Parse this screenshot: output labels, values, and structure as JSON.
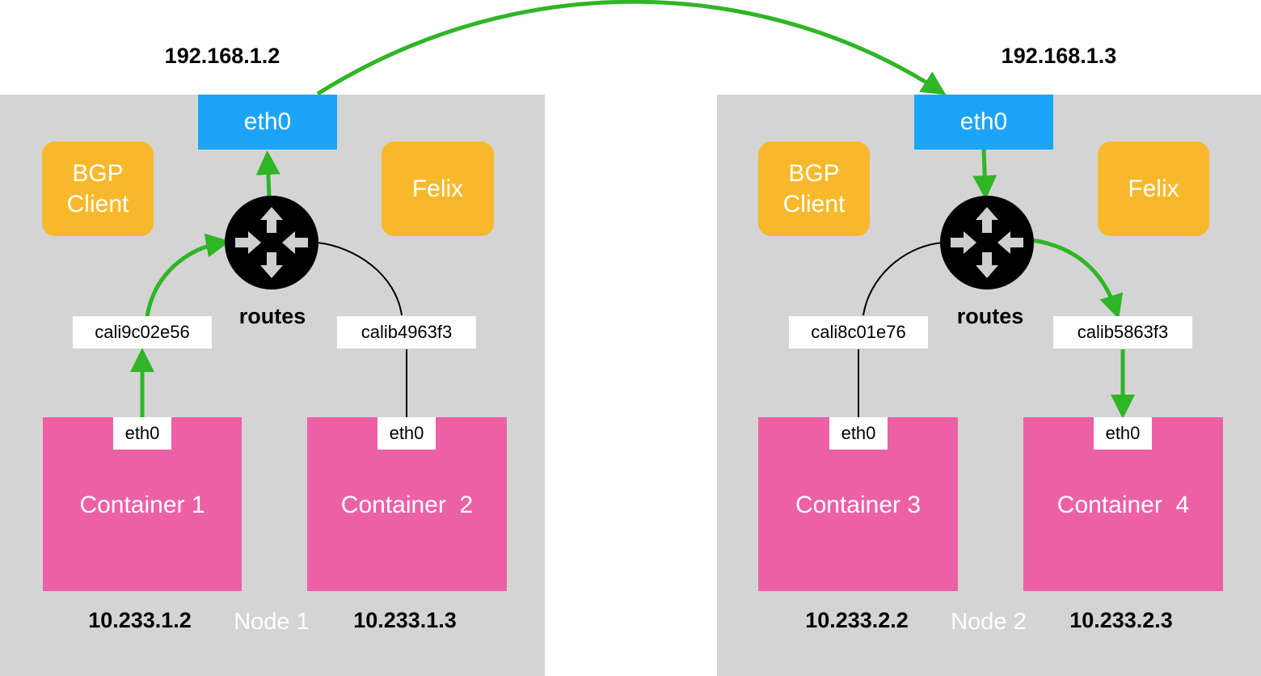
{
  "nodes": [
    {
      "label": "Node 1",
      "host_ip": "192.168.1.2",
      "host_iface": "eth0",
      "bgp": [
        "BGP",
        "Client"
      ],
      "felix": "Felix",
      "routes": "routes",
      "veths": [
        "cali9c02e56",
        "calib4963f3"
      ],
      "containers": [
        {
          "label": "Container 1",
          "iface": "eth0",
          "ip": "10.233.1.2"
        },
        {
          "label": "Container  2",
          "iface": "eth0",
          "ip": "10.233.1.3"
        }
      ]
    },
    {
      "label": "Node 2",
      "host_ip": "192.168.1.3",
      "host_iface": "eth0",
      "bgp": [
        "BGP",
        "Client"
      ],
      "felix": "Felix",
      "routes": "routes",
      "veths": [
        "cali8c01e76",
        "calib5863f3"
      ],
      "containers": [
        {
          "label": "Container 3",
          "iface": "eth0",
          "ip": "10.233.2.2"
        },
        {
          "label": "Container  4",
          "iface": "eth0",
          "ip": "10.233.2.3"
        }
      ]
    }
  ],
  "colors": {
    "node_bg": "#d4d4d4",
    "host_iface": "#1ca4f8",
    "agent": "#f7b92b",
    "container": "#ec61a6",
    "flow_arrow": "#2fb526"
  }
}
